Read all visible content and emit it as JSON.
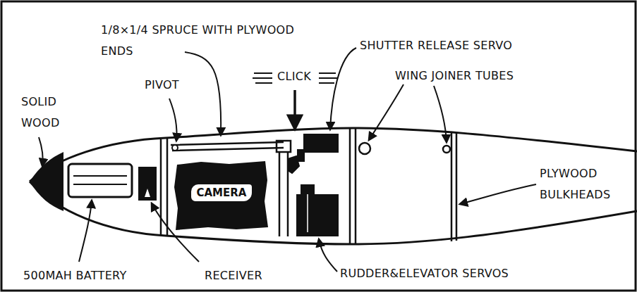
{
  "diagram": {
    "nodes": [
      {
        "text": [
          "CAMERA"
        ]
      }
    ],
    "labels": [
      "1/8×1/4 SPRUCE WITH PLYWOOD ENDS",
      "CLICK",
      "SHUTTER RELEASE SERVO",
      "WING JOINER TUBES",
      "PIVOT",
      "SOLID WOOD",
      "PLYWOOD BULKHEADS",
      "500MAH BATTERY",
      "RECEIVER",
      "RUDDER&ELEVATOR SERVOS"
    ]
  }
}
